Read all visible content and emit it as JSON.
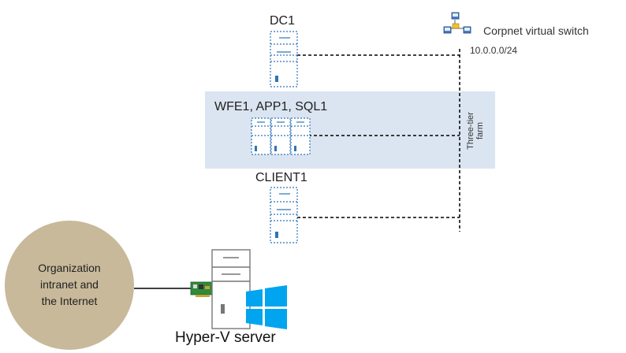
{
  "nodes": {
    "dc1": "DC1",
    "farm": "WFE1, APP1, SQL1",
    "client1": "CLIENT1",
    "hyperv": "Hyper-V server"
  },
  "switch": {
    "label": "Corpnet virtual switch",
    "subnet": "10.0.0.0/24",
    "icon": "network-switch-icon"
  },
  "farm_band_label": [
    "Three-tier",
    "farm"
  ],
  "organization": [
    "Organization",
    "intranet and",
    "the Internet"
  ],
  "colors": {
    "farm_band": "#dbe5f1",
    "server_outline": "#2e75b6",
    "connection_line": "#000000",
    "circle_fill": "#c8b99a",
    "windows_logo": "#00a4ef"
  },
  "icons": [
    "server-icon",
    "network-card-icon",
    "windows-logo-icon",
    "physical-server-icon"
  ]
}
